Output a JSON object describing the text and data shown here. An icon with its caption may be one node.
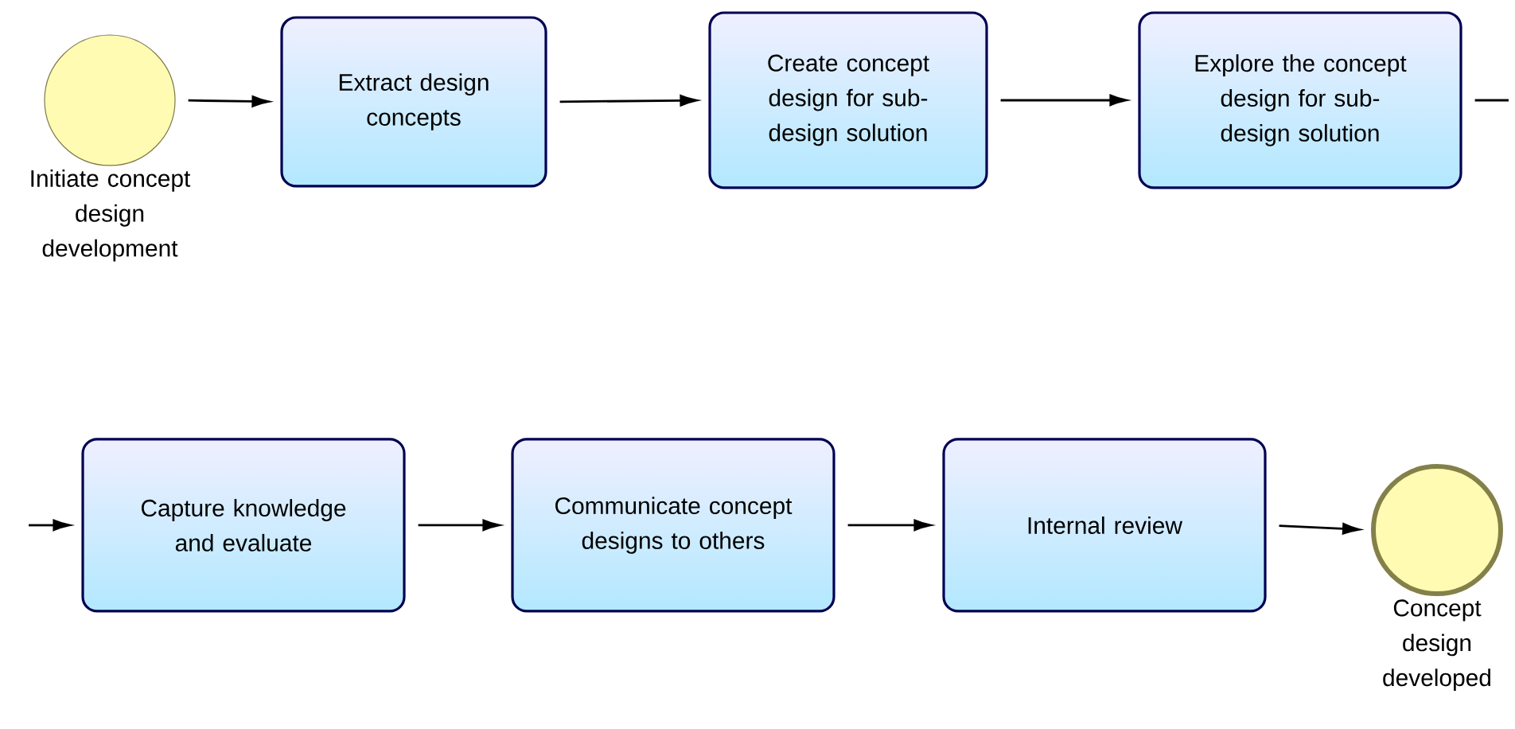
{
  "diagram": {
    "nodes": [
      {
        "text": [
          "Initiate concept design development"
        ]
      },
      {
        "text": [
          "Extract design concepts"
        ]
      },
      {
        "text": [
          "Create concept design for sub-design solution"
        ]
      },
      {
        "text": [
          "Explore the concept design for sub-design solution"
        ]
      },
      {
        "text": [
          "Capture knowledge and evaluate"
        ]
      },
      {
        "text": [
          "Communicate concept designs to others"
        ]
      },
      {
        "text": [
          "Internal review"
        ]
      },
      {
        "text": [
          "Concept design developed"
        ]
      }
    ],
    "edges": [
      {
        "from": 0,
        "to": 1,
        "arrow": "to"
      },
      {
        "from": 1,
        "to": 2,
        "arrow": "to"
      },
      {
        "from": 2,
        "to": 3,
        "arrow": "to"
      },
      {
        "from": 3,
        "to": null,
        "arrow": "none"
      },
      {
        "from": null,
        "to": 4,
        "arrow": "to"
      },
      {
        "from": 4,
        "to": 5,
        "arrow": "to"
      },
      {
        "from": 5,
        "to": 6,
        "arrow": "to"
      },
      {
        "from": 6,
        "to": 7,
        "arrow": "to"
      }
    ]
  }
}
